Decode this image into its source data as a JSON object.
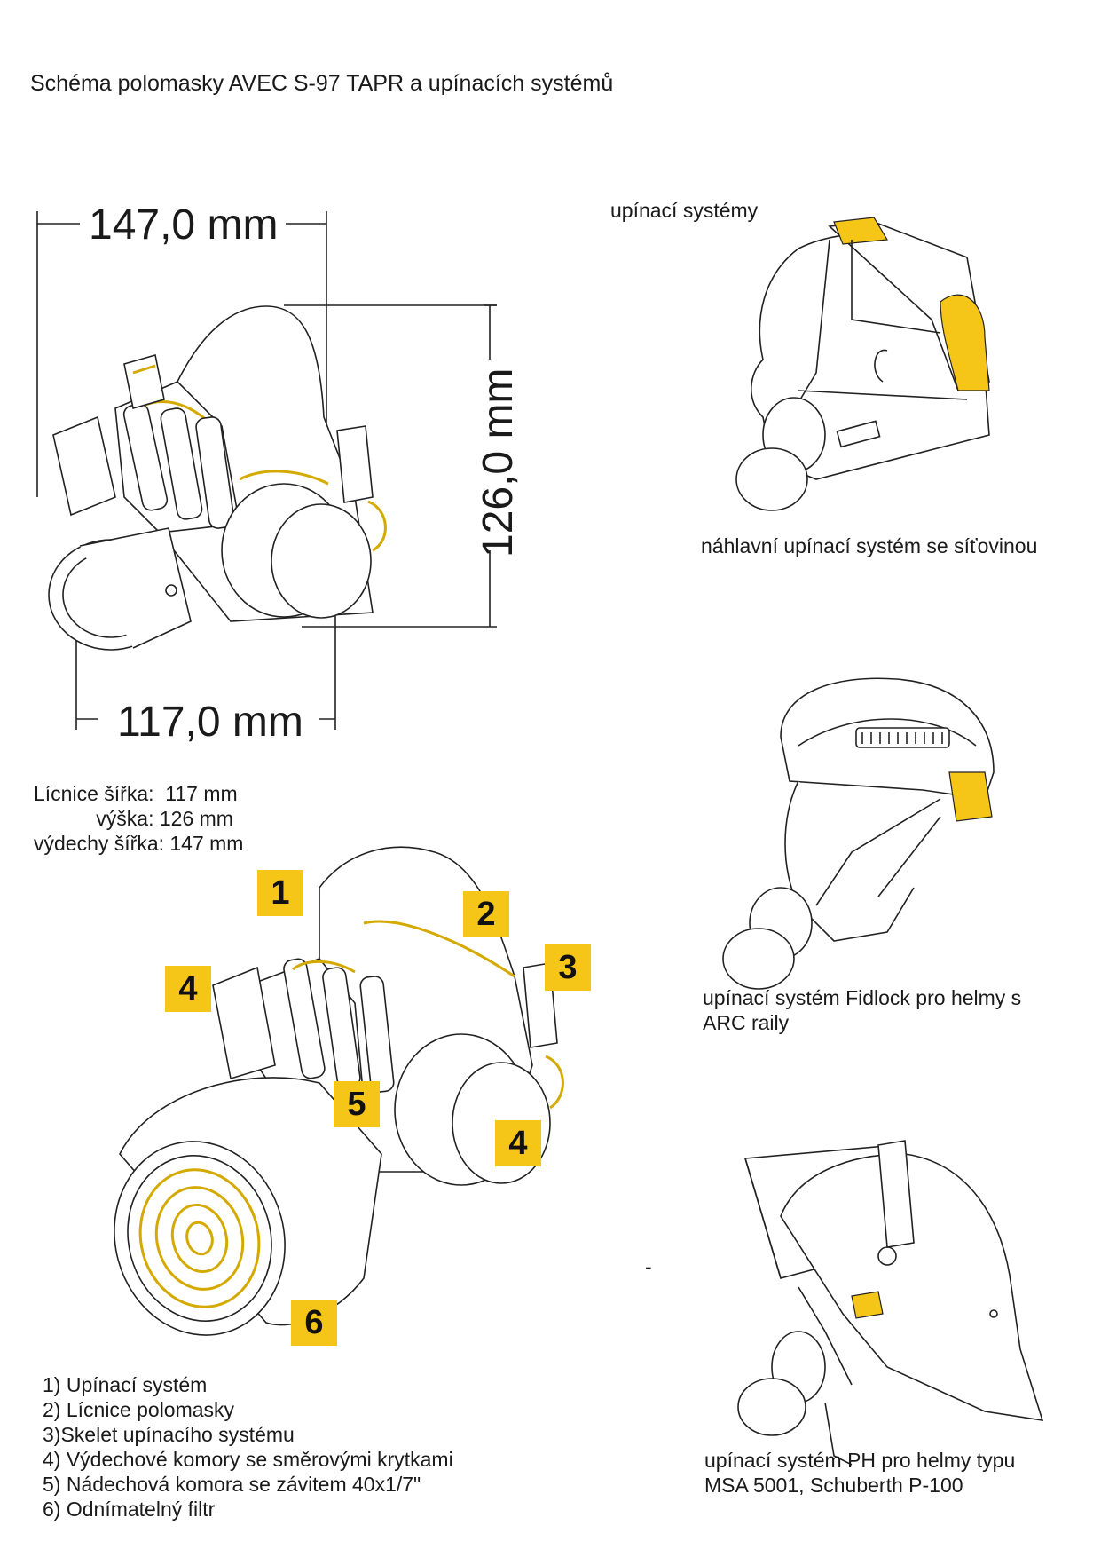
{
  "title": "Schéma polomasky AVEC S-97 TAPR a upínacích systémů",
  "dimensions": {
    "top_width": "147,0 mm",
    "height": "126,0 mm",
    "bottom_width": "117,0 mm"
  },
  "specs": [
    "Lícnice šířka:  117 mm",
    "           výška: 126 mm",
    "výdechy šířka: 147 mm"
  ],
  "badges": [
    "1",
    "2",
    "3",
    "4",
    "4",
    "5",
    "6"
  ],
  "legend": [
    "1) Upínací systém",
    "2) Lícnice polomasky",
    "3)Skelet upínacího systému",
    "4) Výdechové komory se směrovými krytkami",
    "5) Nádechová komora se závitem 40x1/7\"",
    "6) Odnímatelný filtr"
  ],
  "systems": {
    "heading": "upínací systémy",
    "items": [
      {
        "caption": "náhlavní upínací systém se síťovinou"
      },
      {
        "caption": "upínací systém Fidlock pro helmy s ARC raily"
      },
      {
        "caption": "upínací systém PH pro helmy typu MSA 5001, Schuberth P-100"
      }
    ],
    "separator": "-"
  },
  "colors": {
    "accent": "#f5c518",
    "line": "#222222"
  }
}
